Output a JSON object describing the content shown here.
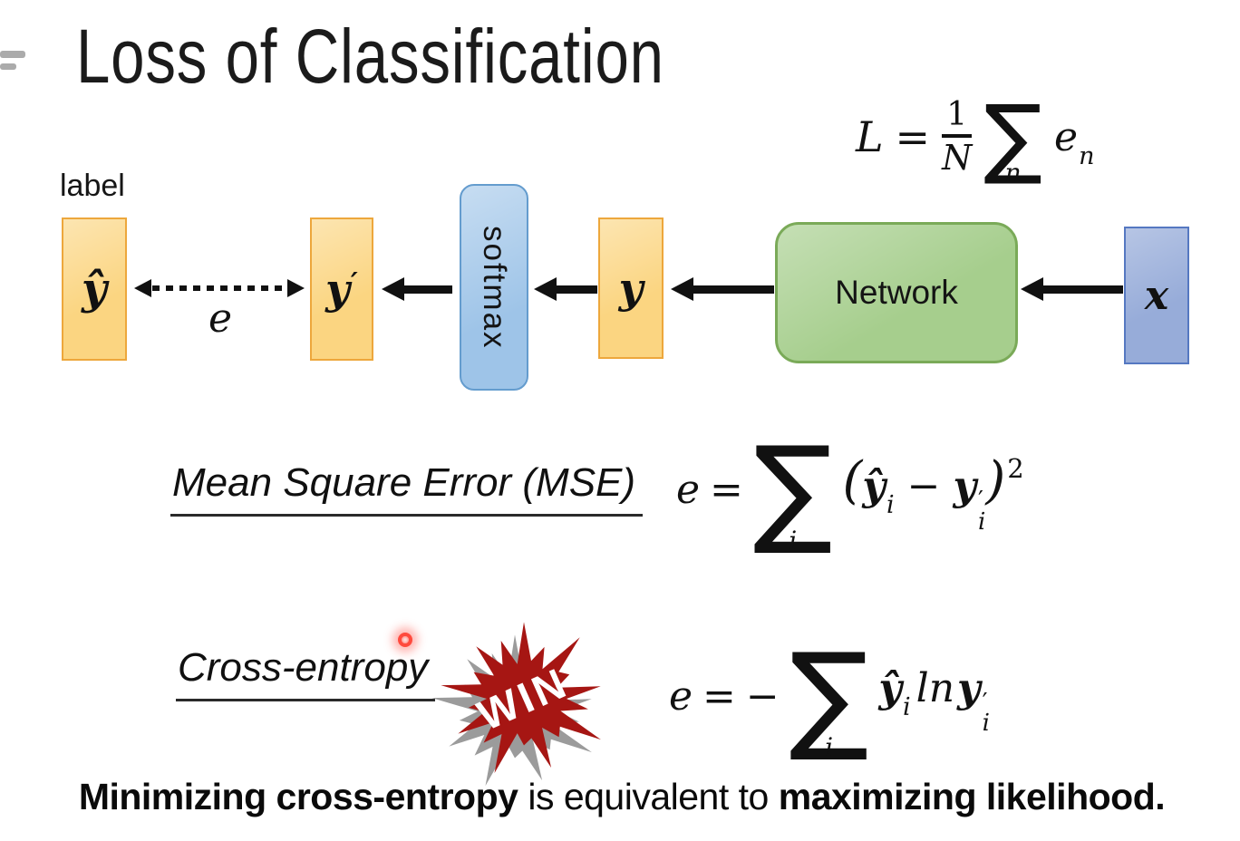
{
  "title": "Loss of Classification",
  "colors": {
    "ink": "#111111",
    "box_orange_fill": "#FBD581",
    "box_orange_border": "#EDA73C",
    "softmax_fill": "#9EC4E8",
    "softmax_border": "#649CCE",
    "network_fill": "#A6CE8D",
    "network_border": "#7AAA58",
    "x_fill": "#97ACD9",
    "x_border": "#5578C1",
    "star_red": "#A61613",
    "star_shadow": "#9B9B9B",
    "cursor_red": "#FF4A3D"
  },
  "loss_formula": {
    "lhs": "L",
    "equals": "=",
    "numerator": "1",
    "denominator": "N",
    "sigma": "∑",
    "sigma_sub": "n",
    "term": "e",
    "term_sub": "n"
  },
  "diagram": {
    "label_caption": "label",
    "yhat": "ŷ",
    "error_label": "e",
    "yprime_base": "y",
    "yprime_mark": "′",
    "softmax_label": "softmax",
    "y_label": "y",
    "network_label": "Network",
    "x_label": "x"
  },
  "mse": {
    "heading": "Mean Square Error (MSE)",
    "lhs": "e",
    "equals": "=",
    "sigma": "∑",
    "sigma_sub": "i",
    "open_paren": "(",
    "yhat": "ŷ",
    "yhat_sub": "i",
    "minus": " − ",
    "y_base": "y",
    "prime": "′",
    "y_sub": "i",
    "close_paren": ")",
    "exponent": "2"
  },
  "cross_entropy": {
    "heading": "Cross-entropy",
    "lhs": "e",
    "equals": "=",
    "minus": "−",
    "sigma": "∑",
    "sigma_sub": "i",
    "yhat": "ŷ",
    "yhat_sub": "i",
    "ln": "ln",
    "y_base": "y",
    "prime": "′",
    "y_sub": "i"
  },
  "star": {
    "label": "WIN"
  },
  "statement": {
    "bold_lead": "Minimizing cross-entropy",
    "middle": " is equivalent to ",
    "bold_tail": "maximizing likelihood."
  }
}
